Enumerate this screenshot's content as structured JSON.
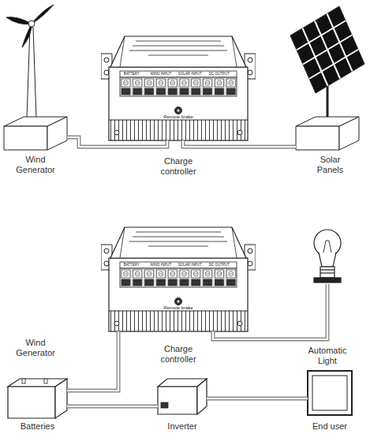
{
  "diagram": {
    "nodes": [
      {
        "text": [
          "Wind Generator"
        ]
      },
      {
        "text": [
          "Charge controller"
        ]
      },
      {
        "text": [
          "Solar Panels"
        ]
      },
      {
        "text": [
          "Charge controller"
        ]
      },
      {
        "text": [
          "Automatic Light"
        ]
      },
      {
        "text": [
          "Batteries"
        ]
      },
      {
        "text": [
          "Inverter"
        ]
      },
      {
        "text": [
          "End user"
        ]
      }
    ],
    "edges": [
      {
        "from": 0,
        "to": 1,
        "arrow": "none"
      },
      {
        "from": 1,
        "to": 2,
        "arrow": "none"
      },
      {
        "from": 3,
        "to": 4,
        "arrow": "none"
      },
      {
        "from": 3,
        "to": 5,
        "arrow": "none"
      },
      {
        "from": 5,
        "to": 6,
        "arrow": "none"
      },
      {
        "from": 6,
        "to": 7,
        "arrow": "none"
      }
    ],
    "labels": [
      "BATTERY",
      "WIND INPUT",
      "SOLAR INPUT",
      "DC OUTPUT",
      "Remote brake",
      "BATTERY",
      "WIND INPUT",
      "SOLAR INPUT",
      "DC OUTPUT",
      "Remote brake",
      "Wind Generator"
    ]
  }
}
